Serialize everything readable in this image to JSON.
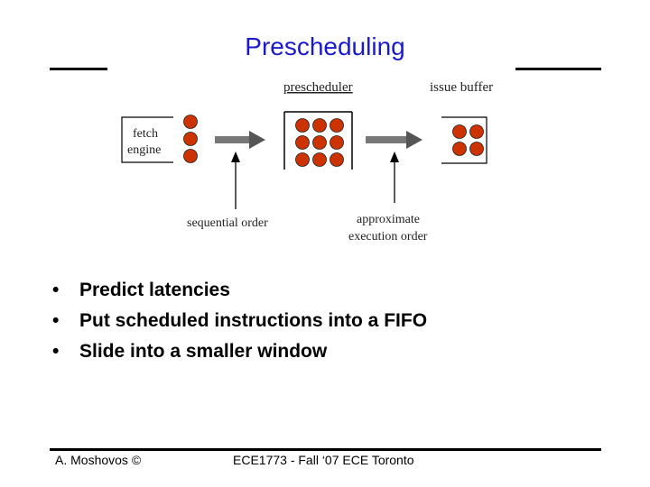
{
  "slide": {
    "title": "Prescheduling"
  },
  "diagram": {
    "fetch_engine_line1": "fetch",
    "fetch_engine_line2": "engine",
    "prescheduler_label": "prescheduler",
    "issue_buffer_label": "issue buffer",
    "sequential_order_label": "sequential order",
    "approximate_label_line1": "approximate",
    "approximate_label_line2": "execution order",
    "dot_color": "#cc3300",
    "arrow_color": "#555555"
  },
  "bullets": [
    "Predict latencies",
    "Put scheduled instructions into a FIFO",
    "Slide into a smaller window"
  ],
  "bullet_glyph": "•",
  "footer": {
    "author": "A. Moshovos ©",
    "course": "ECE1773 - Fall ‘07 ECE Toronto"
  }
}
